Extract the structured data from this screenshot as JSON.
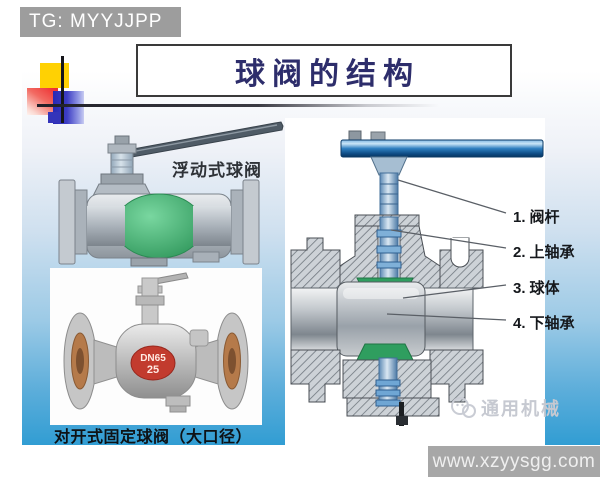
{
  "page": {
    "tag_badge": "TG: MYYJJPP",
    "url_bar": "www.xzyysgg.com"
  },
  "slide": {
    "title": "球阀的结构",
    "floating_valve_caption": "浮动式球阀",
    "fixed_valve_caption": "对开式固定球阀（大口径）",
    "photo_tag": {
      "line1": "DN65",
      "line2": "25"
    },
    "parts": [
      {
        "num": "1.",
        "name": "阀杆"
      },
      {
        "num": "2.",
        "name": "上轴承"
      },
      {
        "num": "3.",
        "name": "球体"
      },
      {
        "num": "4.",
        "name": "下轴承"
      }
    ],
    "watermark_brand": "通用机械"
  },
  "colors": {
    "badge_bg": "#9d9d9d",
    "title_text": "#2d2d6b",
    "slide_bottom_blue": "#319dd3",
    "seat_green": "#2f9e5f",
    "handle_blue": "#1a6cb0",
    "deco_yellow": "#ffd103",
    "deco_red": "#ee2f31",
    "deco_blue": "#2828b4",
    "url_bar_bg": "#a7a7a7"
  }
}
